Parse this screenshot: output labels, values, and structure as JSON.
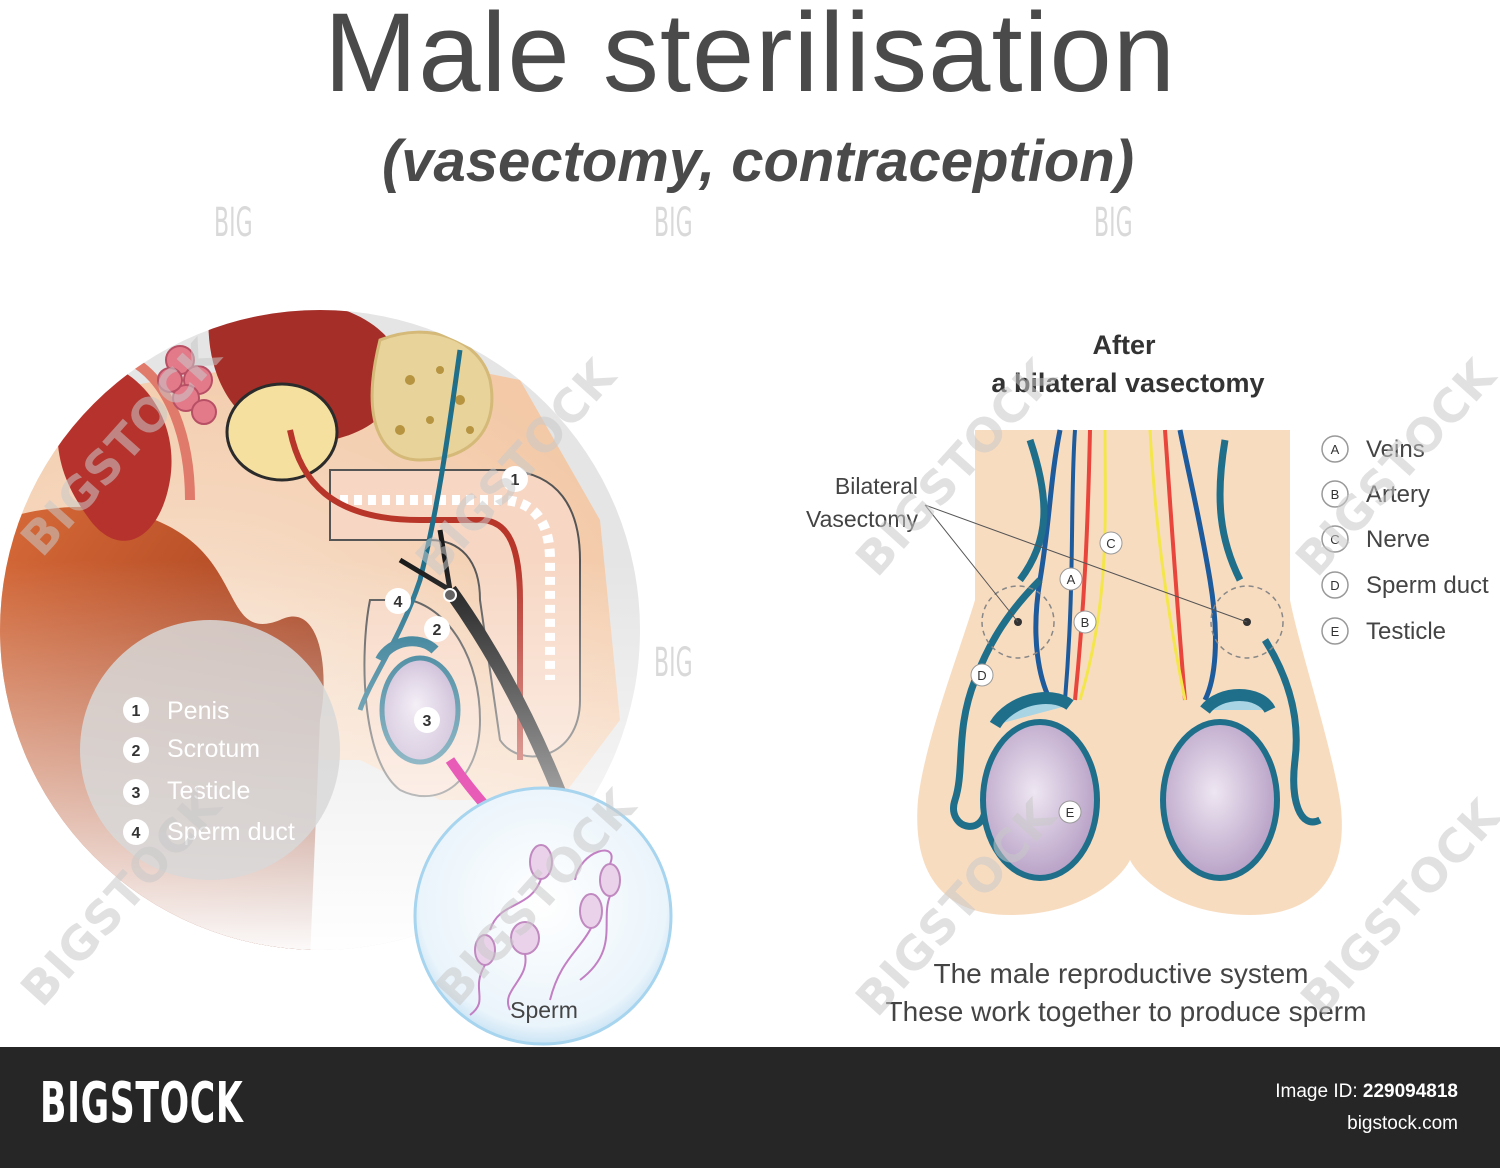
{
  "title": "Male sterilisation",
  "subtitle": "(vasectomy, contraception)",
  "left_legend": [
    {
      "num": "1",
      "label": "Penis"
    },
    {
      "num": "2",
      "label": "Scrotum"
    },
    {
      "num": "3",
      "label": "Testicle"
    },
    {
      "num": "4",
      "label": "Sperm duct"
    }
  ],
  "sperm_label": "Sperm",
  "right_heading": {
    "line1": "After",
    "line2": "a bilateral vasectomy"
  },
  "bilateral_label": {
    "line1": "Bilateral",
    "line2": "Vasectomy"
  },
  "right_legend": [
    {
      "letter": "A",
      "label": "Veins"
    },
    {
      "letter": "B",
      "label": "Artery"
    },
    {
      "letter": "C",
      "label": "Nerve"
    },
    {
      "letter": "D",
      "label": "Sperm duct"
    },
    {
      "letter": "E",
      "label": "Testicle"
    }
  ],
  "caption": {
    "line1": "The male reproductive system",
    "line2": "These work together to produce sperm"
  },
  "watermark": {
    "big": "BIG",
    "diag": "BIGSTOCK"
  },
  "footer": {
    "logo": "BIGSTOCK",
    "id_label": "Image ID:",
    "id_value": "229094818",
    "site": "bigstock.com"
  },
  "colors": {
    "vein": "#1e5b9c",
    "artery": "#e8453c",
    "nerve": "#f3e64a",
    "duct": "#1f6f8b",
    "skin": "#f8dcc0"
  }
}
